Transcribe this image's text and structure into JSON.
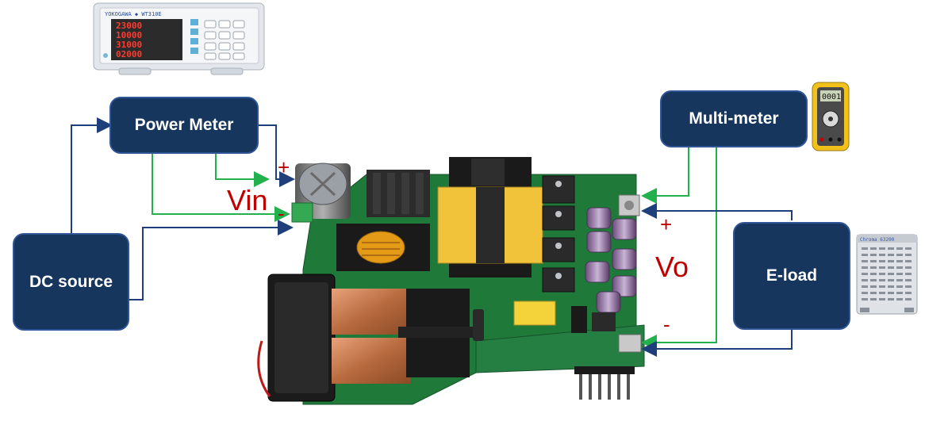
{
  "boxes": {
    "power_meter": "Power Meter",
    "multimeter": "Multi-meter",
    "dc_source": "DC source",
    "eload": "E-load"
  },
  "labels": {
    "vin": "Vin",
    "vo": "Vo",
    "plus": "+",
    "minus": "-"
  },
  "meter_readouts": [
    "23000",
    "10000",
    "31000",
    "02000"
  ],
  "multimeter_readout": "0001",
  "colors": {
    "box_fill": "#17365d",
    "box_border": "#2f5597",
    "wire_blue": "#1f3f7a",
    "wire_green": "#22b14c",
    "label_red": "#c00000",
    "pcb_green": "#1f7a3a"
  }
}
